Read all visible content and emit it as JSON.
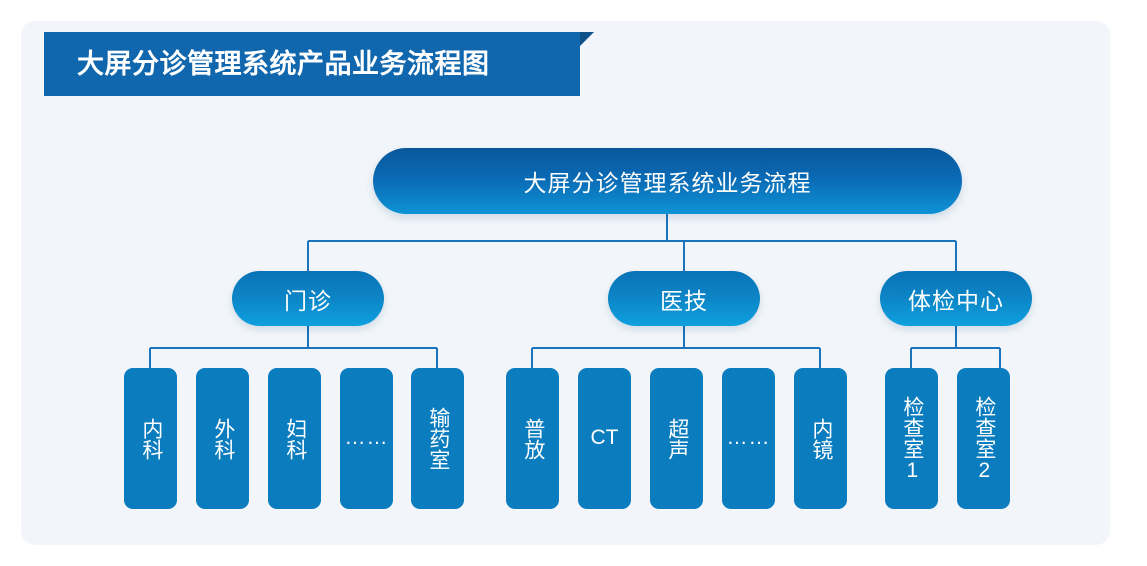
{
  "banner": {
    "title": "大屏分诊管理系统产品业务流程图",
    "background_color": "#1167ad",
    "fold_color": "#0e5088"
  },
  "panel": {
    "background_color": "#f2f6fa"
  },
  "chart_data": {
    "type": "diagram",
    "diagram_kind": "org-chart",
    "title": "大屏分诊管理系统产品业务流程图",
    "root": {
      "label": "大屏分诊管理系统业务流程"
    },
    "branches": [
      {
        "label": "门诊",
        "leaves": [
          {
            "label": "内科",
            "orientation": "vertical"
          },
          {
            "label": "外科",
            "orientation": "vertical"
          },
          {
            "label": "妇科",
            "orientation": "vertical"
          },
          {
            "label": "……",
            "orientation": "dots"
          },
          {
            "label": "输药室",
            "orientation": "vertical"
          }
        ]
      },
      {
        "label": "医技",
        "leaves": [
          {
            "label": "普放",
            "orientation": "vertical"
          },
          {
            "label": "CT",
            "orientation": "horizontal"
          },
          {
            "label": "超声",
            "orientation": "vertical"
          },
          {
            "label": "……",
            "orientation": "dots"
          },
          {
            "label": "内镜",
            "orientation": "vertical"
          }
        ]
      },
      {
        "label": "体检中心",
        "leaves": [
          {
            "label": "检查室1",
            "orientation": "vertical"
          },
          {
            "label": "检查室2",
            "orientation": "vertical"
          }
        ]
      }
    ],
    "colors": {
      "root_gradient_top": "#0a579b",
      "root_gradient_bottom": "#0e93d6",
      "branch_gradient_top": "#0a72b6",
      "branch_gradient_bottom": "#0fa0de",
      "leaf_fill": "#0b7cbe",
      "connector": "#1b74bb",
      "text": "#ffffff"
    }
  }
}
